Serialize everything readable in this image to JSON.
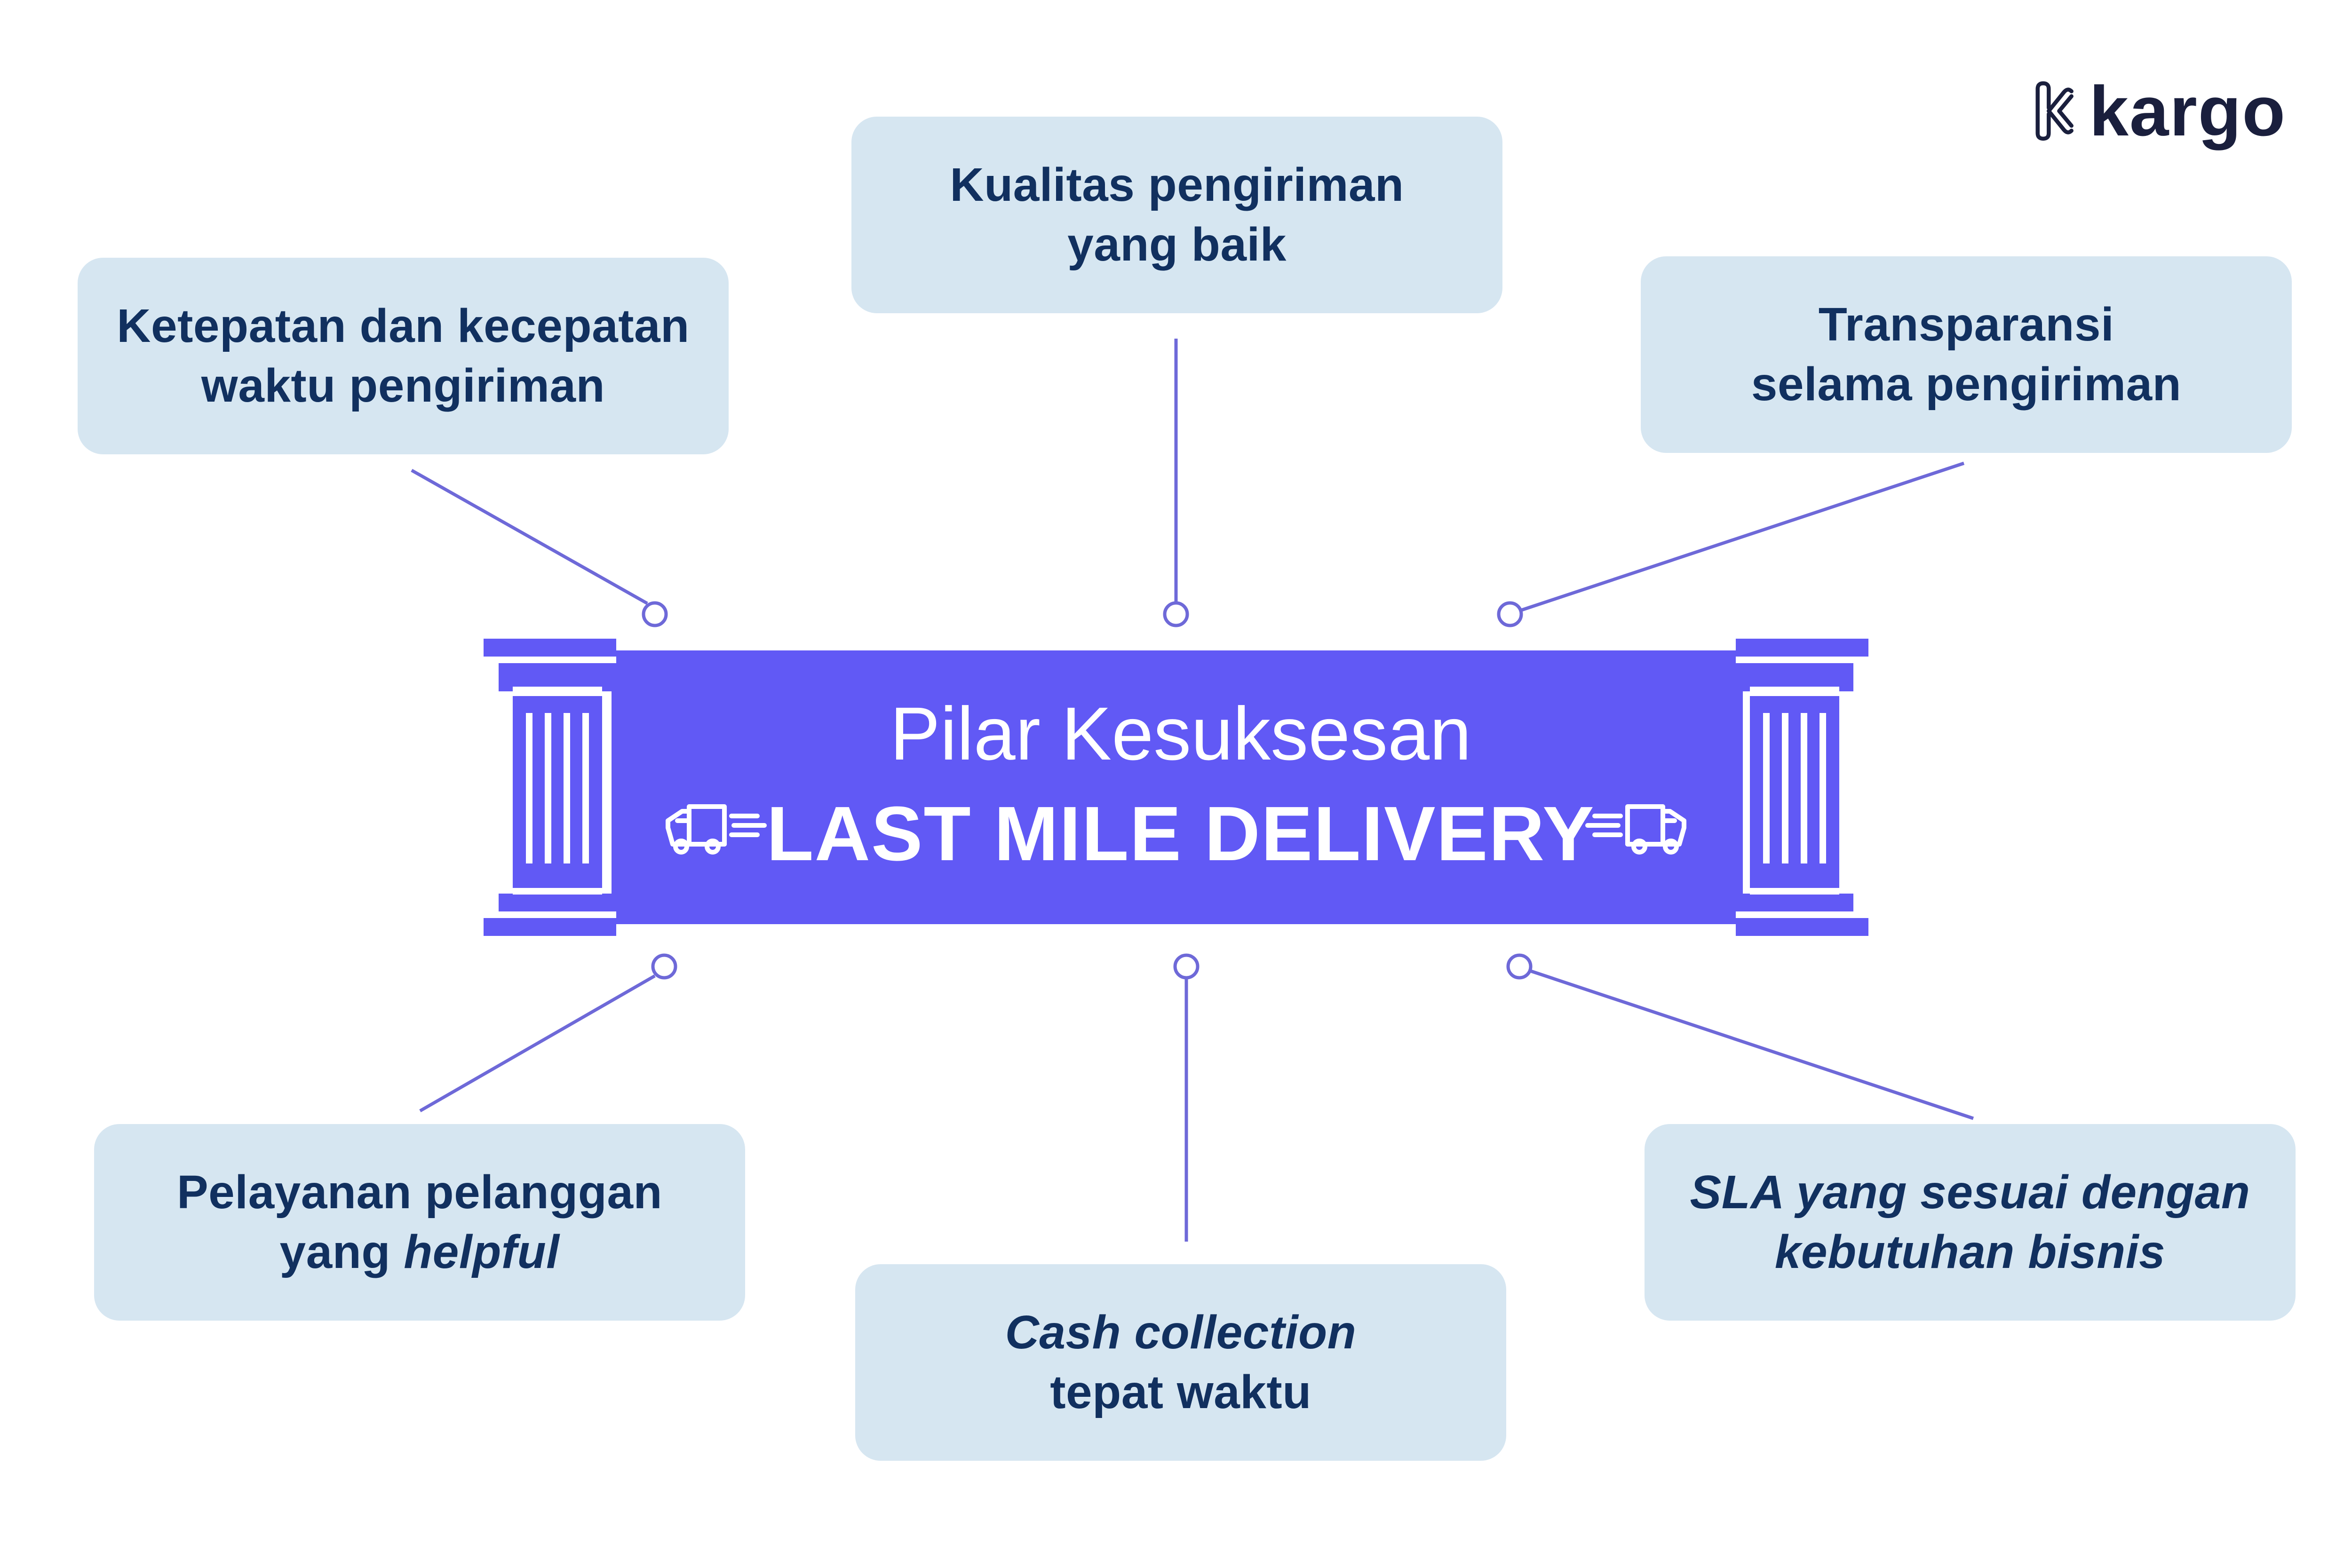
{
  "colors": {
    "background": "#ffffff",
    "box_fill": "#d6e6f1",
    "box_text": "#11305f",
    "banner": "#6159f5",
    "banner_text": "#ffffff",
    "connector": "#6e69d8",
    "logo": "#1a1f3d"
  },
  "logo": {
    "text": "kargo",
    "icon": "kargo-k-icon"
  },
  "banner": {
    "title": "Pilar Kesuksesan",
    "subtitle": "LAST MILE DELIVERY",
    "left_icon": "delivery-truck-icon",
    "right_icon": "delivery-truck-icon"
  },
  "pillars": [
    {
      "line1": "Ketepatan dan kecepatan",
      "line2": "waktu pengiriman"
    },
    {
      "line1": "Kualitas pengiriman",
      "line2": "yang baik"
    },
    {
      "line1": "Transparansi",
      "line2": "selama pengiriman"
    },
    {
      "line1": "Pelayanan pelanggan",
      "line2_plain": "yang ",
      "line2_italic": "helpful"
    },
    {
      "line1_italic": "Cash collection",
      "line2": "tepat waktu"
    },
    {
      "line1_italic": "SLA yang sesuai dengan",
      "line2_italic": "kebutuhan bisnis"
    }
  ]
}
